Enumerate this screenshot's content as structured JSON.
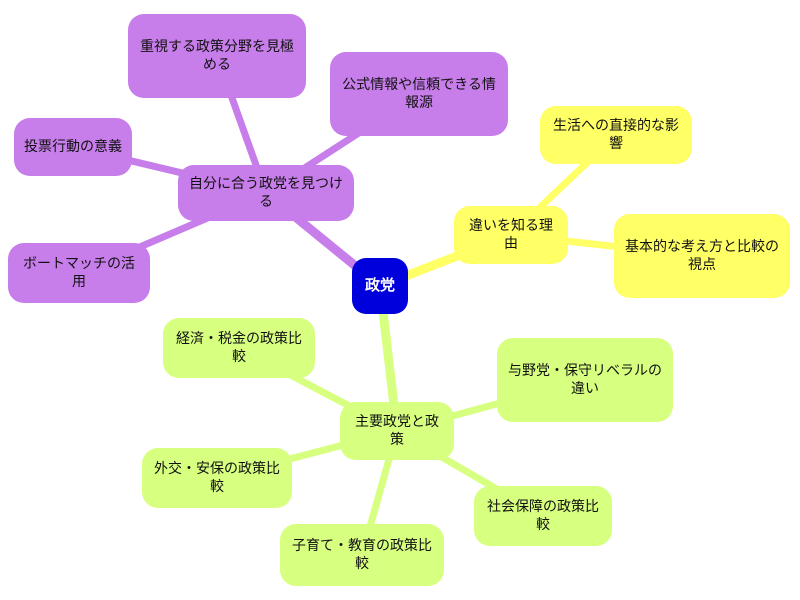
{
  "colors": {
    "root": "#0000dd",
    "root_text": "#ffffff",
    "purple": "#c77dea",
    "yellow": "#ffff66",
    "green": "#d7ff80"
  },
  "root": {
    "label": "政党"
  },
  "branches": {
    "purple": {
      "label": "自分に合う政党を見つける",
      "children": [
        "重視する政策分野を見極める",
        "公式情報や信頼できる情報源",
        "投票行動の意義",
        "ボートマッチの活用"
      ]
    },
    "yellow": {
      "label": "違いを知る理由",
      "children": [
        "生活への直接的な影響",
        "基本的な考え方と比較の視点"
      ]
    },
    "green": {
      "label": "主要政党と政策",
      "children": [
        "経済・税金の政策比較",
        "与野党・保守リベラルの違い",
        "外交・安保の政策比較",
        "社会保障の政策比較",
        "子育て・教育の政策比較"
      ]
    }
  }
}
